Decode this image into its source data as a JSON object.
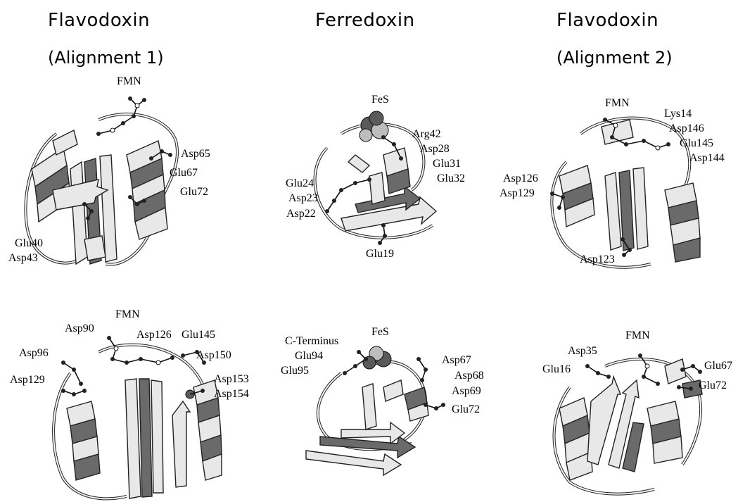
{
  "headers": {
    "col1": "Flavodoxin",
    "col1_sub": "(Alignment 1)",
    "col2": "Ferredoxin",
    "col3": "Flavodoxin",
    "col3_sub": "(Alignment 2)"
  },
  "panels": {
    "top_left": {
      "cofactor": "FMN",
      "residues": [
        "Asp65",
        "Glu67",
        "Glu72",
        "Glu40",
        "Asp43"
      ]
    },
    "top_mid": {
      "cofactor": "FeS",
      "residues": [
        "Arg42",
        "Asp28",
        "Glu31",
        "Glu32",
        "Glu24",
        "Asp23",
        "Asp22",
        "Glu19"
      ]
    },
    "top_right": {
      "cofactor": "FMN",
      "residues": [
        "Lys14",
        "Asp146",
        "Glu145",
        "Asp144",
        "Asp126",
        "Asp129",
        "Asp123"
      ]
    },
    "bot_left": {
      "cofactor": "FMN",
      "residues": [
        "Asp90",
        "Asp126",
        "Glu145",
        "Asp96",
        "Asp150",
        "Asp129",
        "Asp153",
        "Asp154"
      ]
    },
    "bot_mid": {
      "cofactor": "FeS",
      "residues": [
        "C-Terminus",
        "Glu94",
        "Glu95",
        "Asp67",
        "Asp68",
        "Asp69",
        "Glu72"
      ]
    },
    "bot_right": {
      "cofactor": "FMN",
      "residues": [
        "Asp35",
        "Glu16",
        "Glu67",
        "Glu72"
      ]
    }
  }
}
